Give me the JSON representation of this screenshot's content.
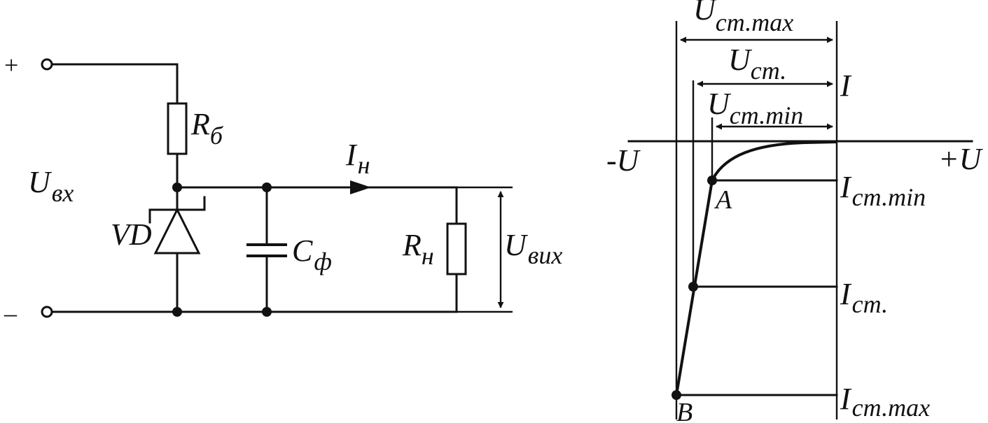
{
  "circuit": {
    "terminal_plus": "+",
    "terminal_minus": "–",
    "input_voltage": {
      "main": "U",
      "sub": "вх"
    },
    "ballast_resistor": {
      "main": "R",
      "sub": "б"
    },
    "zener_diode": "VD",
    "filter_capacitor": {
      "main": "C",
      "sub": "ф"
    },
    "load_current": {
      "main": "I",
      "sub": "н"
    },
    "load_resistor": {
      "main": "R",
      "sub": "н"
    },
    "output_voltage": {
      "main": "U",
      "sub": "вих"
    }
  },
  "characteristic": {
    "u_st_max": {
      "main": "U",
      "sub": "ст.max"
    },
    "u_st": {
      "main": "U",
      "sub": "ст."
    },
    "u_st_min": {
      "main": "U",
      "sub": "ст.min"
    },
    "current_axis": "I",
    "neg_voltage": "-U",
    "pos_voltage": "+U",
    "i_st_min": {
      "main": "I",
      "sub": "ст.min"
    },
    "i_st": {
      "main": "I",
      "sub": "ст."
    },
    "i_st_max": {
      "main": "I",
      "sub": "ст.max"
    },
    "point_a": "A",
    "point_b": "B"
  }
}
